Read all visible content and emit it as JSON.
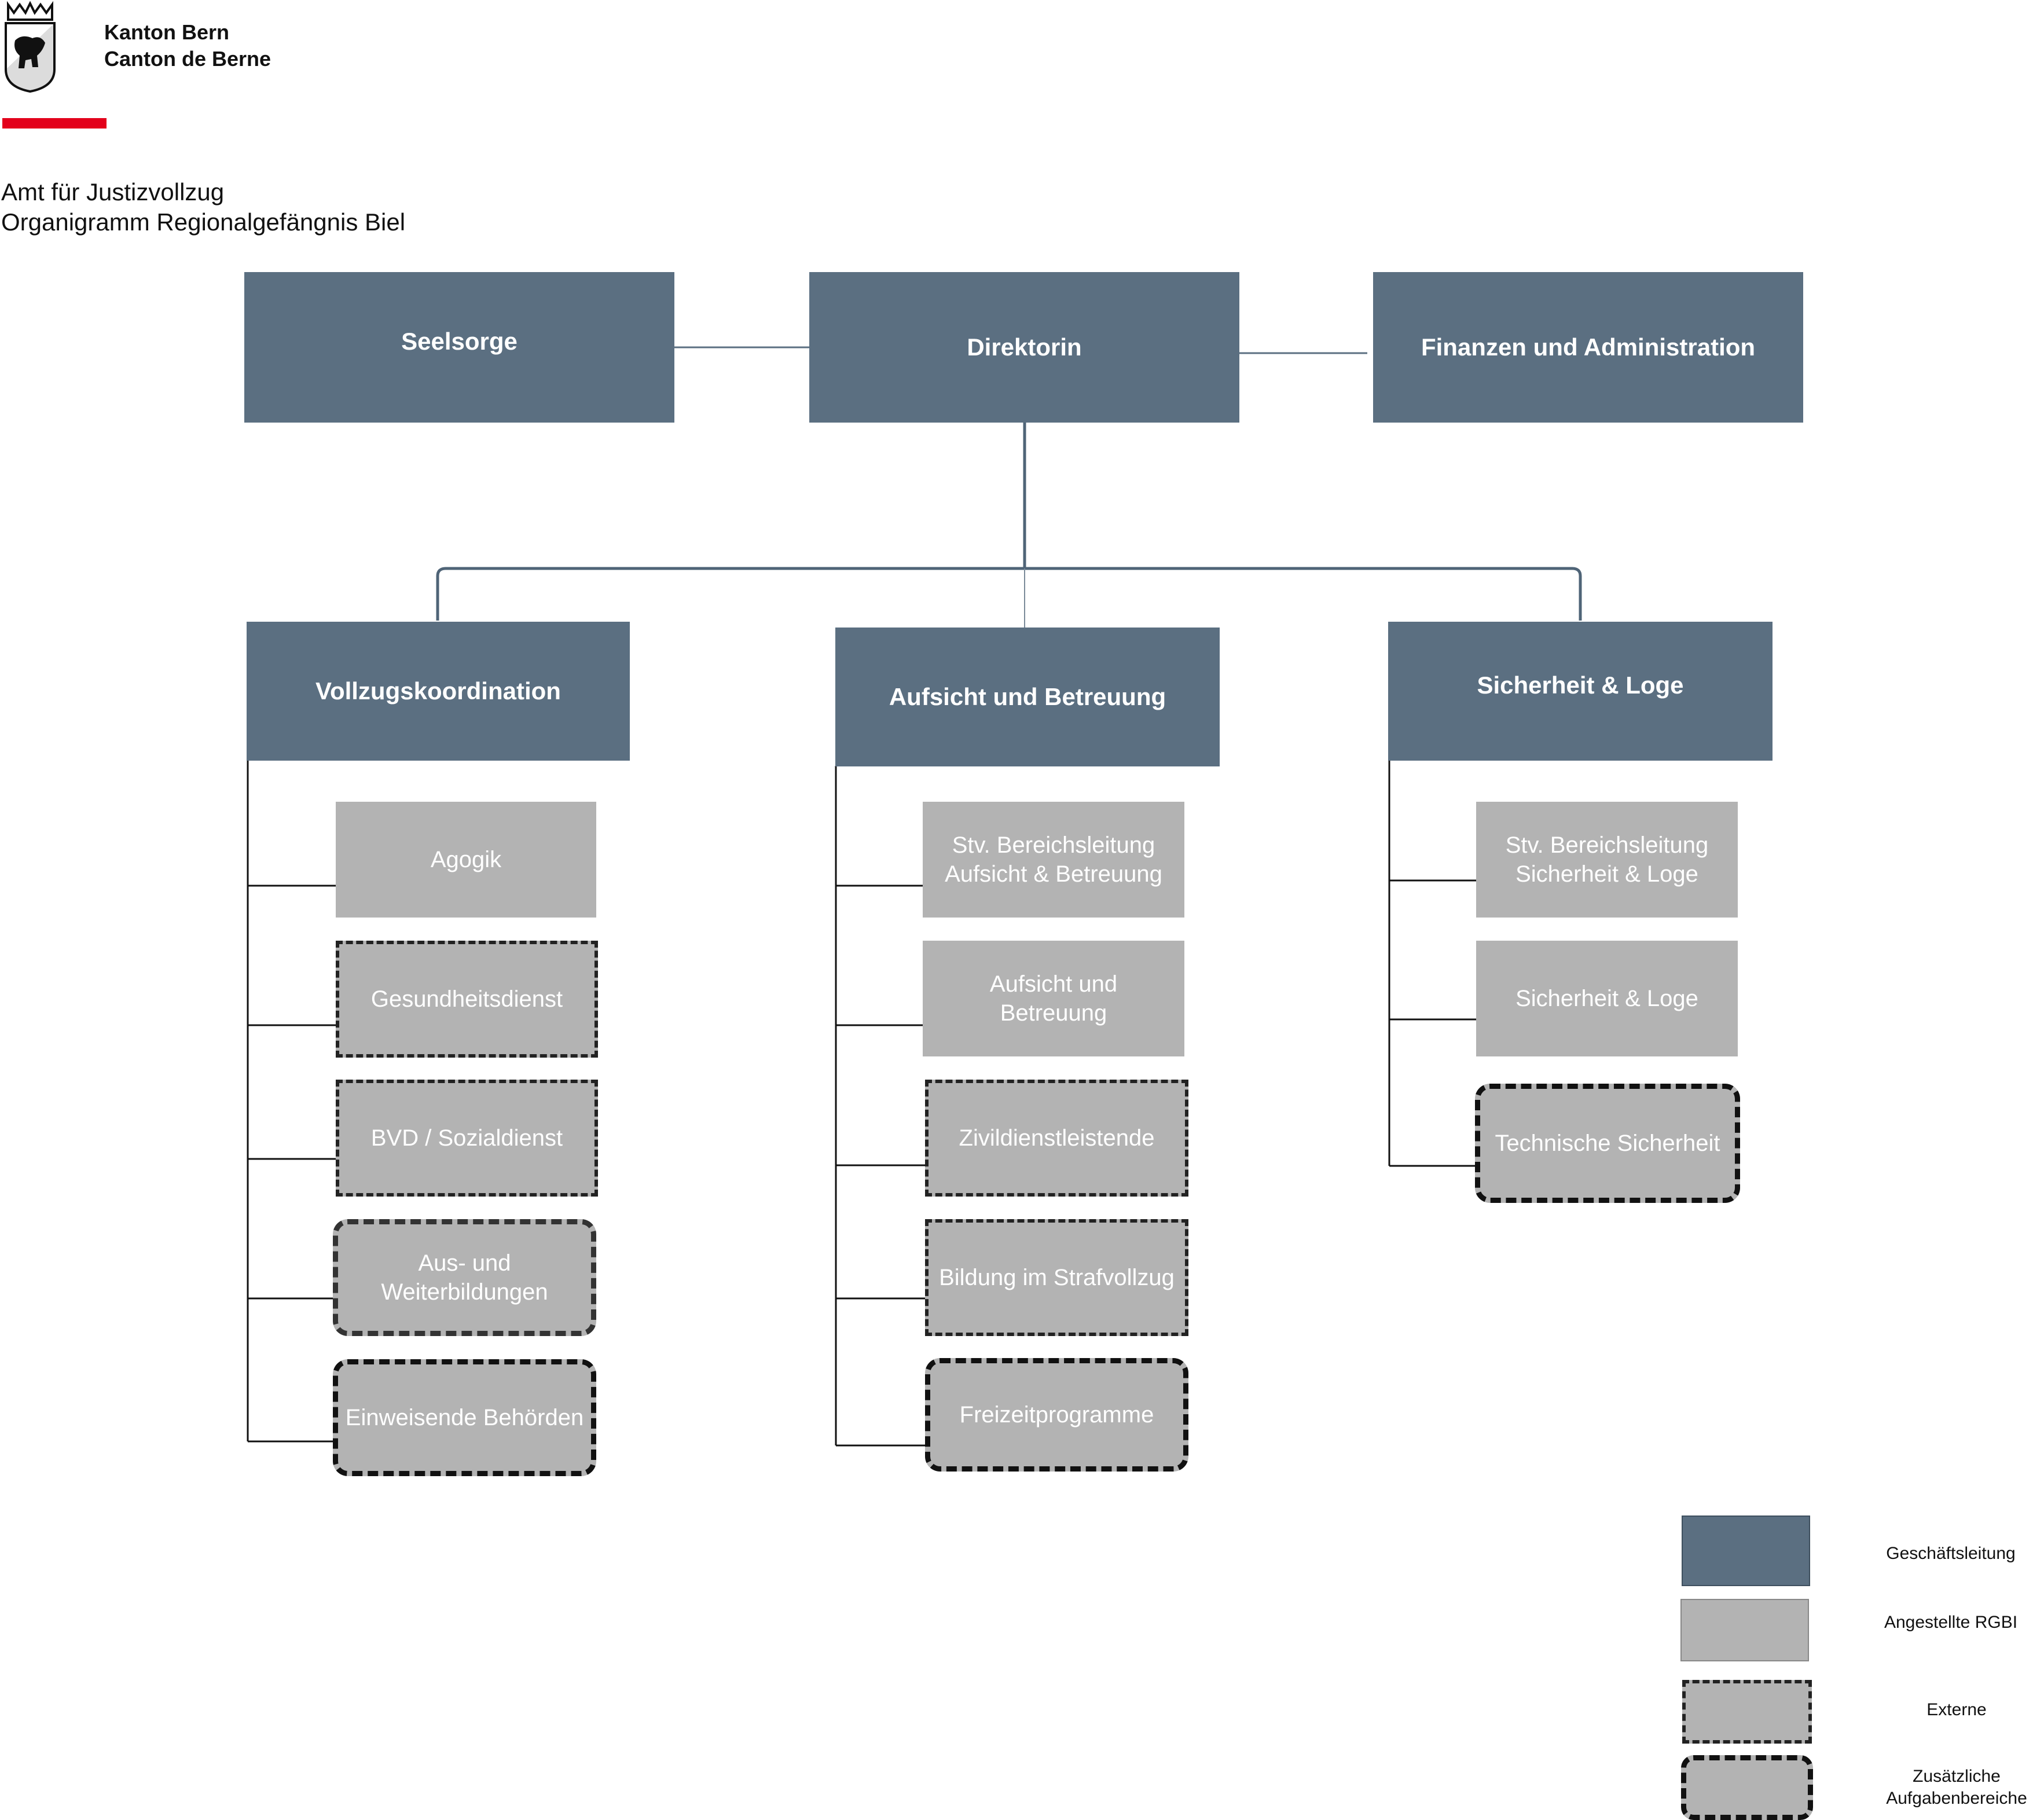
{
  "header": {
    "brand_line1": "Kanton Bern",
    "brand_line2": "Canton de Berne",
    "dept": "Amt für Justizvollzug",
    "title": "Organigramm Regionalgefängnis Biel"
  },
  "top_row": {
    "left": "Seelsorge",
    "center": "Direktorin",
    "right": "Finanzen und Administration"
  },
  "departments": [
    {
      "title": "Vollzugskoordination",
      "items": [
        "Agogik",
        "Gesundheitsdienst",
        "BVD / Sozialdienst",
        "Aus- und\nWeiterbildungen",
        "Einweisende Behörden"
      ]
    },
    {
      "title": "Aufsicht und Betreuung",
      "items": [
        "Stv. Bereichsleitung\nAufsicht & Betreuung",
        "Aufsicht und\nBetreuung",
        "Zivildienstleistende",
        "Bildung im Strafvollzug",
        "Freizeitprogramme"
      ]
    },
    {
      "title": "Sicherheit & Loge",
      "items": [
        "Stv. Bereichsleitung\nSicherheit & Loge",
        "Sicherheit & Loge",
        "Technische Sicherheit"
      ]
    }
  ],
  "legend": {
    "management": "Geschäftsleitung",
    "employees": "Angestellte RGBI",
    "external": "Externe",
    "additional": "Zusätzliche\nAufgabenbereiche"
  },
  "colors": {
    "management": "#5b6f81",
    "employee": "#b3b3b3",
    "brand_red": "#e3001b"
  }
}
